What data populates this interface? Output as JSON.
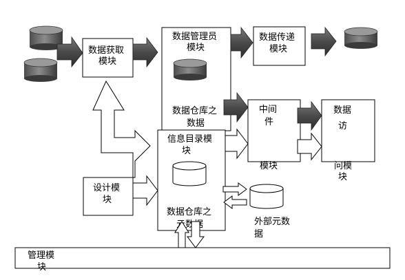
{
  "modules": {
    "acquisition": [
      "数据获取",
      "模块"
    ],
    "manager": [
      "数据管理员",
      "模块"
    ],
    "transfer": [
      "数据传递",
      "模块"
    ],
    "warehouse_data": [
      "数据仓库之",
      "数据"
    ],
    "middleware": [
      "中间",
      "件",
      "模块"
    ],
    "access": [
      "数据",
      "访",
      "问模",
      "块"
    ],
    "catalog": [
      "信息目录模",
      "块"
    ],
    "metadata": [
      "数据仓库之",
      "元数据"
    ],
    "design": [
      "设计模",
      "块"
    ],
    "external_meta": [
      "外部元数",
      "据"
    ],
    "management": [
      "管理模",
      "块"
    ]
  }
}
